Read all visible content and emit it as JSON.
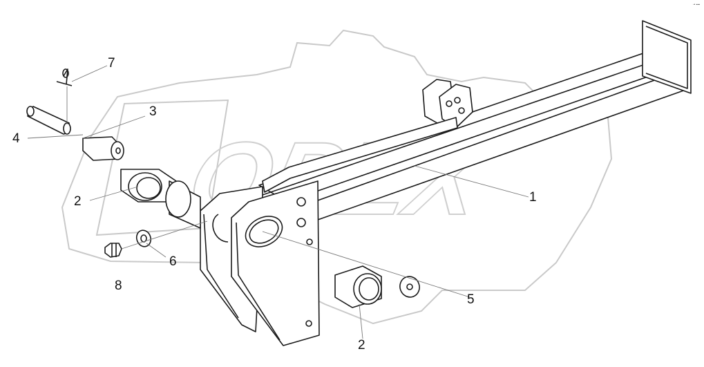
{
  "callouts": [
    {
      "id": "1",
      "label": "1"
    },
    {
      "id": "2a",
      "label": "2"
    },
    {
      "id": "2b",
      "label": "2"
    },
    {
      "id": "3",
      "label": "3"
    },
    {
      "id": "4",
      "label": "4"
    },
    {
      "id": "5",
      "label": "5"
    },
    {
      "id": "6",
      "label": "6"
    },
    {
      "id": "7",
      "label": "7"
    },
    {
      "id": "8",
      "label": "8"
    }
  ],
  "watermark": {
    "text": "OPEX"
  },
  "corner_code": "◦• ▪▪▪",
  "colors": {
    "line": "#1a1a1a",
    "watermark": "#c9c9c9",
    "leader": "#777777"
  }
}
